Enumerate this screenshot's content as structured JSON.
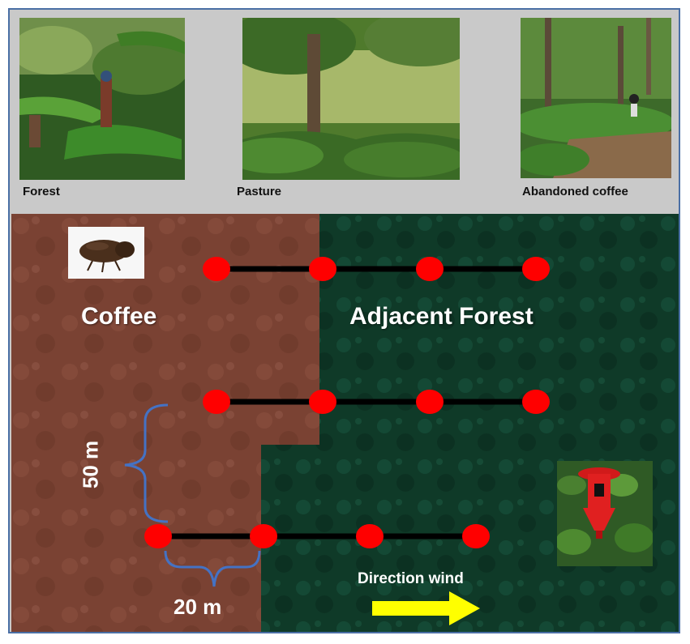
{
  "photos": [
    {
      "caption": "Forest"
    },
    {
      "caption": "Pasture"
    },
    {
      "caption": "Abandoned coffee"
    }
  ],
  "map": {
    "coffee_label": "Coffee",
    "forest_label": "Adjacent Forest",
    "spacing_vertical": "50 m",
    "spacing_horizontal": "20 m",
    "wind_label": "Direction wind"
  },
  "colors": {
    "trap_dot": "#ff0000",
    "transect_line": "#000000",
    "coffee_area": "#7a4233",
    "forest_area": "#0f3a28",
    "bracket": "#4472c4",
    "wind_arrow": "#ffff00"
  },
  "icons": {
    "beetle": "coffee-berry-borer-beetle-icon",
    "trap": "red-funnel-trap-icon"
  }
}
